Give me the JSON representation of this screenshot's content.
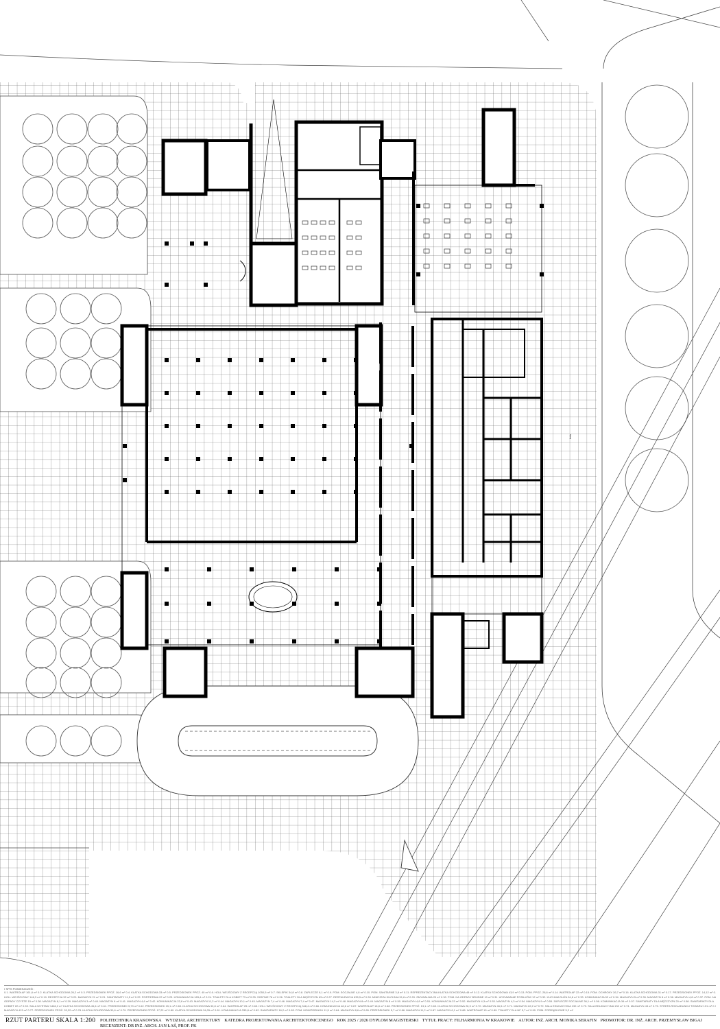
{
  "drawing": {
    "title": "RZUT PARTERU SKALA 1:200",
    "north_marks": [
      "f",
      "f"
    ],
    "legend": {
      "heading": "SPIS POMIESZCZEŃ :",
      "lines": [
        "0.1. WIATROŁAP 161,6 m² 0.2. KLATKA SCHODOWA 26,2 m² 0.3. PRZEDSIONEK PPOŻ. 16,6 m² 0.4. KLATKA SCHODOWA 33 m² 0.5. PRZEDSIONEK PPOŻ. 40 m² 0.6. HOLL WEJŚCIOWY Z RECEPCJĄ 1050,5 m² 0.7. SKLEPIK 34,8 m² 0.8. ZAPLECZE 8,1 m² 0.9. POM. SOCJALNE 4,8 m² 0.10. POM. SANITARNE 3,8 m² 0.11. REPREZENTACYJNA KLATKA SCHODOWA 48 m² 0.12. KLATKA SCHODOWA 43,9 m² 0.13. POM. PPOŻ. 28,6 m² 0.14. WIATROŁAP 22 m² 0.15. POM. OCHRONY 26,7 m² 0.16. KLATKA SCHODOWA 31 m² 0.17. PRZEDSIONEK PPOŻ. 14,12 m² 0.18.",
        "HOLL WEJŚCIOWY 146,3 m² 0.19. RECEPCJA 32 m² 0.20. MAGAZYN 21 m² 0.21. SANITARIATY 11,5 m² 0.22. PORTIERNIA 22 m² 0.23. KOMUNIKACJA 183,4 m² 0.24. TOALETY DLA KOBIET 73 m² 0.25. SZATNIE 78 m² 0.26. TOALETY DLA MĘŻCZYZN 63 m² 0.27. RESTAURACJA 635,5 m² 0.28. MNIEJSZA KUCHNIA 51,6 m² 0.29. ZMYWALNIA 29 m² 0.30. POM. NA ODPADY BRUDNE 10 m² 0.31. WYDAWANIE POSIŁKÓW 12 m² 0.32. KUCHNIA DUŻA 54,8 m² 0.33. KOMUNIKACJA 52 m² 0.34. MAGAZYN 5 m² 0.35. MAGAZYN 8 m² 0.36. MAGAZYN 4,8 m² 0.37. POM. NA",
        "ODPADY CZYSTE 15 m² 0.38. MAGAZYN 8,1 m² 0.39. MAGAZYN 3 m² 0.40. MAGAZYN 8 m² 0.41. MAGAZYN 4,6 m² 0.42. KOMUNIKACJA 22,8 m² 0.43. MAGAZYN 11,2 m² 0.44. MAGAZYN 10,1 m² 0.45. MAGAZYN 7,4 m² 0.46. MAGAZYN 7,4 m² 0.47. MAGAZYN 14,3 m² 0.48. MAGAZYN 8 m² 0.49. MAGAZYN 8 m² 0.50. MAGAZYN 4,8 m² 0.51. KOMUNIKACJA 23 m² 0.52. MAGAZYN 4,3 m² 0.53. MAGAZYN 4,3 m² 0.54. MAGAZYN 9 m² 0.55. ZAPLECZE SOCJALNE 36,1 m² 0.56. KOMUNIKACJA 34 m² 0.57. SANITARIATY DLA MĘŻCZYZN 20 m² 0.58. SANITARIATY DLA",
        "KOBIET 22 m² 0.59. SALA WYSTAW 1466,2 m² KLATKA SCHODOWA 45,6 m² 0.61. PRZEDSIONEK 5,70 m² 0.62. PRZEDSIONEK 15,1 m² 0.63. KLATKA SCHODOWA 30,8 m² 0.64. WIATROŁAP 25 m² 0.65. HOLL WEJŚCIOWY Z RECEPCJĄ 348,4 m² 0.66. KOMUNIKACJA 48,6 m² 0.67. WIATROŁAP 18,8 m² 0.68. PRZEDSIONEK PPOŻ. 13,1 m² 0.69. KLATKA SCHODOWA 26,3 m² 0.70. MAGAZYN 46,5 m² 0.71. MAGAZYN 62,2 m² 0.72. SALA EDUKACYJNA 130 m² 0.73. SALA EDUKACYJNA 130 m² 0.74. MAGAZYN 43 m² 0.75. STREFA ROZŁADUNKU TOWARU 131 m² 0.76.",
        "MAGAZYN 413 m² 0.77. PRZEDSIONEK PPOŻ. 20,32 m² 0.78. KLATKA SCHODOWA 30,6 m² 0.79. PRZEDSIONEK PPOŻ. 17,22 m² 0.80. KLATKA SCHODOWA 34,05 m² 0.81. KOMUNIKACJA 335,8 m² 0.82. SANITARIATY 16,2 m² 0.83. POM. MONITORINGU 11,5 m² 0.84. MAGAZYN 8,6 m² 0.85. PRZEDSIONEK 5,7 m² 0.86. MAGAZYN 11,2 m² 0.87. MAGAZYN 6,1 m² 0.88. WIATROŁAP 15 m² 0.89. TOALETY DLA NF 5,7 m² 0.90. POM. PORZĄDKOWE 5,2 m²"
      ]
    },
    "footer": {
      "university": "POLITECHNIKA KRAKOWSKA",
      "faculty": "WYDZIAŁ ARCHITEKTURY",
      "department": "KATEDRA PROJEKTOWANIA ARCHITEKTONICZNEGO",
      "year": "ROK 2025 / 2026 DYPLOM MAGISTERSKI",
      "work_title": "TYTUŁ PRACY:  FILHARMONIA W KRAKOWIE",
      "author": "AUTOR: INŻ. ARCH. MONIKA SERAFIN",
      "supervisor": "PROMOTOR: DR. INŻ. ARCH. PRZEMYSŁAW BIGAJ",
      "reviewer": "RECENZENT: DR INŻ. ARCH. JAN ŁAŚ, PROF. PK"
    }
  }
}
